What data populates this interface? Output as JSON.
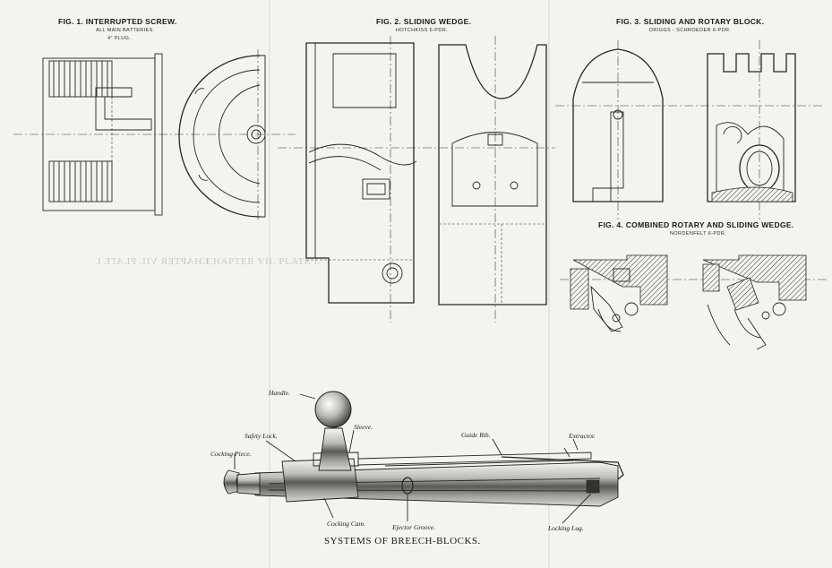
{
  "figures": {
    "fig1": {
      "title": "FIG. 1.  INTERRUPTED SCREW.",
      "sub1": "ALL MAIN BATTERIES.",
      "sub2": "4\" PLUG."
    },
    "fig2": {
      "title": "FIG. 2.  SLIDING WEDGE.",
      "sub1": "HOTCHKISS  6-PDR."
    },
    "fig3": {
      "title": "FIG. 3.  SLIDING AND ROTARY BLOCK.",
      "sub1": "DRIGGS - SCHROEDER 6-PDR."
    },
    "fig4": {
      "title": "FIG. 4.  COMBINED ROTARY AND SLIDING WEDGE.",
      "sub1": "NORDENFELT  6-PDR."
    }
  },
  "ghost_text": "CHAPTER VII. PLATE I.",
  "bolt_labels": {
    "handle": "Handle.",
    "safety_lock": "Safety Lock.",
    "sleeve": "Sleeve.",
    "guide_rib": "Guide Rib.",
    "extractor": "Extractor.",
    "cocking_piece": "Cocking Piece.",
    "cocking_cam": "Cocking Cam.",
    "ejector_groove": "Ejector Groove.",
    "locking_lug": "Locking Lug."
  },
  "caption": "SYSTEMS OF BREECH-BLOCKS."
}
